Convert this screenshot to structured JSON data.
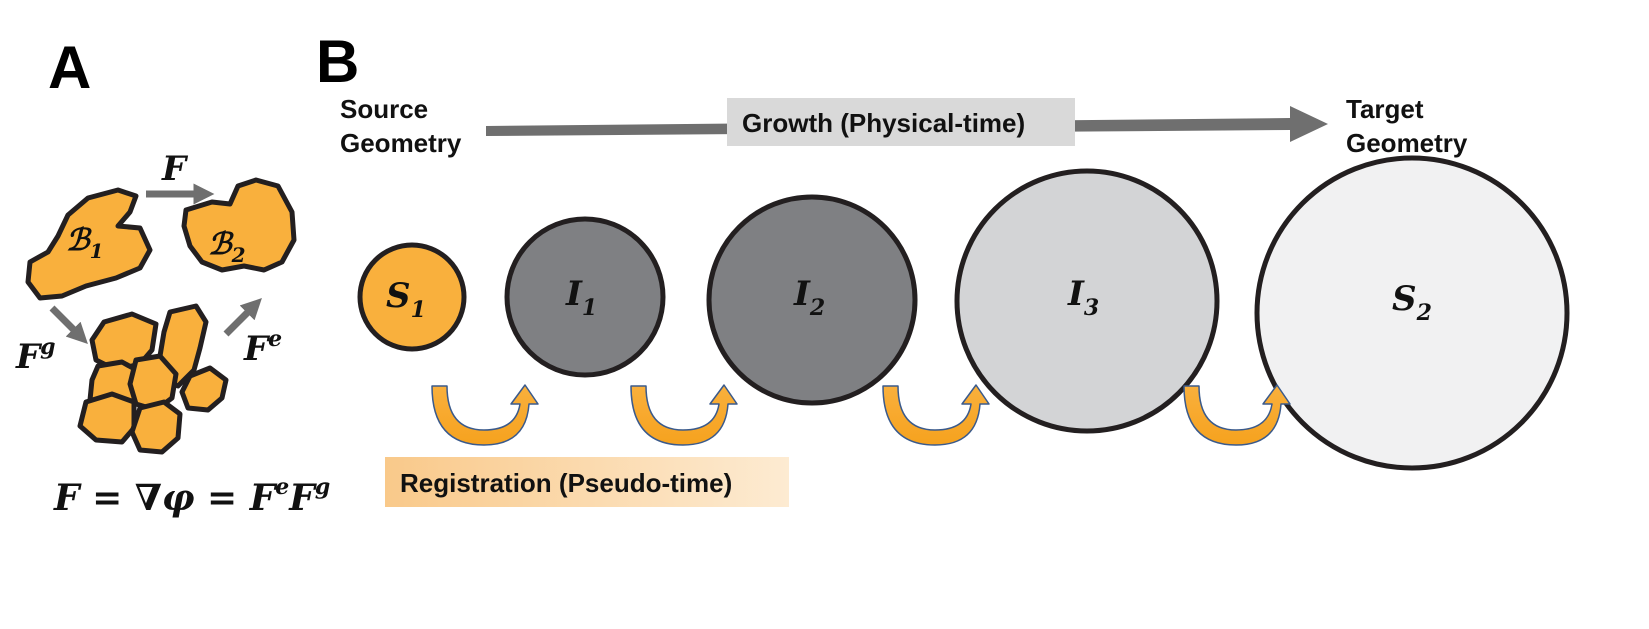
{
  "panel_a": {
    "letter": "A",
    "arrow_f": "F",
    "arrow_fg": "F",
    "arrow_fg_sup": "g",
    "arrow_fe": "F",
    "arrow_fe_sup": "e",
    "body1_base": "ℬ",
    "body1_sub": "1",
    "body2_base": "ℬ",
    "body2_sub": "2",
    "equation": {
      "lhs": "F",
      "eq1": " = ",
      "grad": "∇",
      "phi": "φ",
      "eq2": " = ",
      "fe": "F",
      "fe_sup": "e",
      "fg": "F",
      "fg_sup": "g"
    }
  },
  "panel_b": {
    "letter": "B",
    "source_line1": "Source",
    "source_line2": "Geometry",
    "target_line1": "Target",
    "target_line2": "Geometry",
    "growth_label": "Growth (Physical-time)",
    "registration_label": "Registration (Pseudo-time)",
    "circles": [
      {
        "base": "S",
        "sub": "1"
      },
      {
        "base": "I",
        "sub": "1"
      },
      {
        "base": "I",
        "sub": "2"
      },
      {
        "base": "I",
        "sub": "3"
      },
      {
        "base": "S",
        "sub": "2"
      }
    ]
  },
  "colors": {
    "orange": "#F9B03D",
    "dark_gray": "#7F8083",
    "medium_gray": "#D3D4D6",
    "light_gray": "#F1F1F2",
    "arrow_gray": "#6F6F6F",
    "growth_box": "#D9D9D9",
    "registration_box_start": "#F9C98A",
    "registration_box_end": "#FDEBD2",
    "outline": "#231F20",
    "curl_stroke": "#3A5A8C"
  }
}
